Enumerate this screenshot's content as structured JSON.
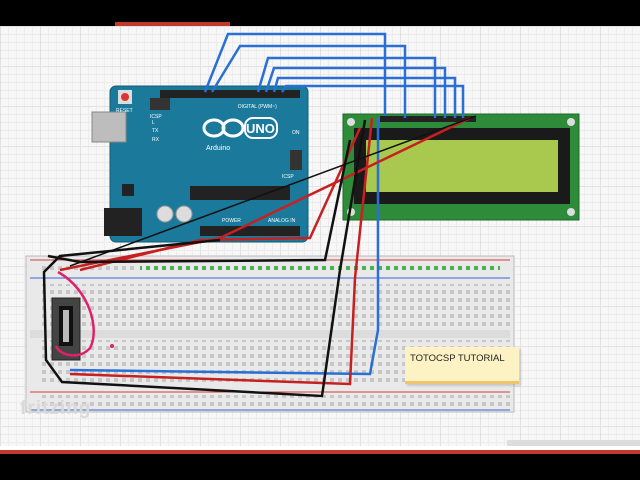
{
  "window": {
    "accent_color": "#c0392b"
  },
  "board": {
    "name": "UNO",
    "brand": "Arduino",
    "reset_label": "RESET",
    "icsp_label": "ICSP",
    "icsp2_label": "ICSP",
    "tx_label": "TX",
    "rx_label": "RX",
    "l_label": "L",
    "digital_label": "DIGITAL (PWM~)",
    "analog_label": "ANALOG IN",
    "power_label": "POWER",
    "on_label": "ON",
    "color": "#1b7a9c"
  },
  "lcd": {
    "screen_color": "#a8c94e",
    "board_color": "#2e8b3a"
  },
  "note": {
    "text": "TOTOCSP TUTORIAL"
  },
  "watermark": {
    "text": "fritzing"
  },
  "wire_colors": {
    "blue": "#2a6fd6",
    "red": "#c62020",
    "black": "#111111",
    "magenta": "#e0206a"
  }
}
